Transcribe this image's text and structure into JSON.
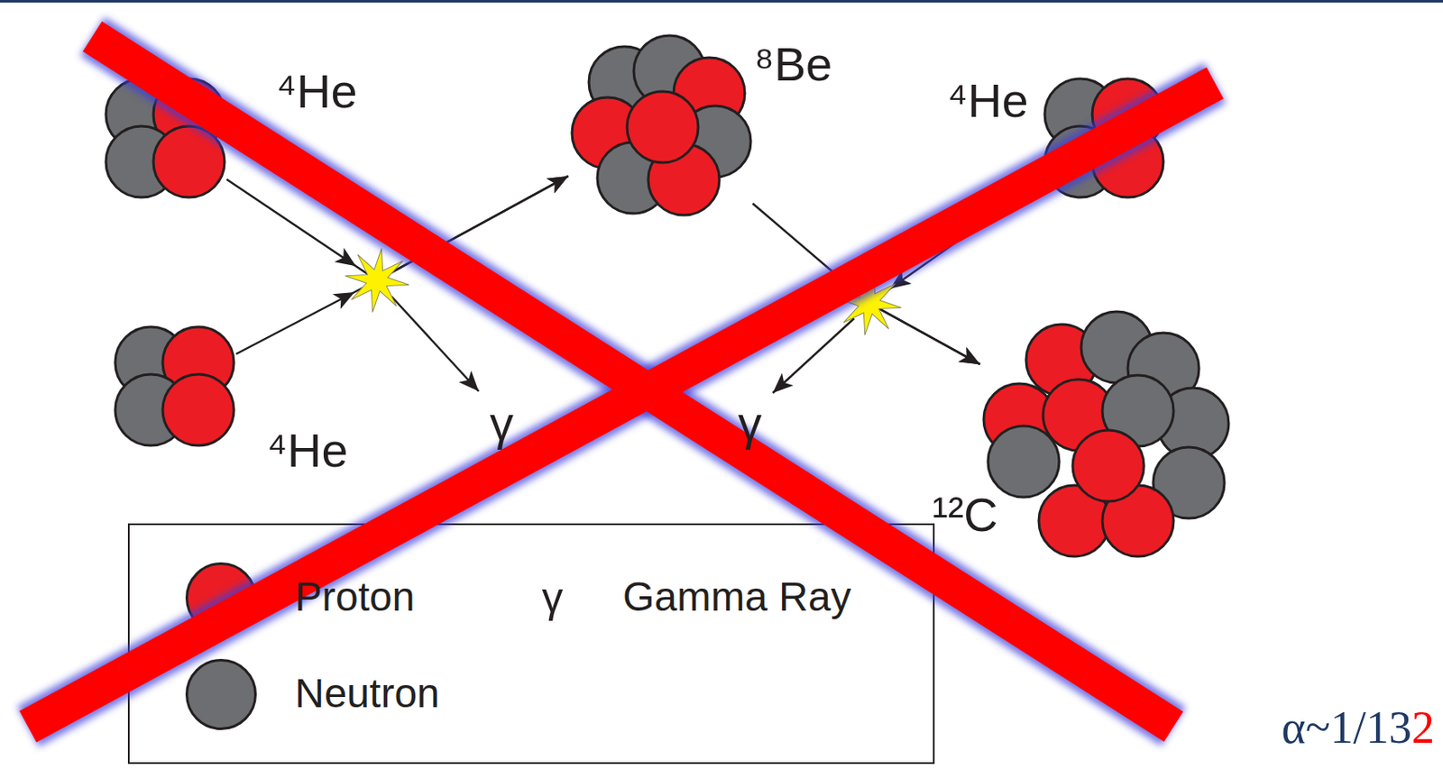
{
  "diagram": {
    "nodes": [
      {
        "text": [
          "⁴He"
        ]
      },
      {
        "text": [
          "⁴He"
        ]
      },
      {
        "text": [
          "⁸Be"
        ]
      },
      {
        "text": [
          "⁴He"
        ]
      },
      {
        "text": [
          "¹²C"
        ]
      }
    ],
    "edges": [
      {
        "from": 0,
        "to": 2,
        "arrow": "to"
      },
      {
        "from": 1,
        "to": 2,
        "arrow": "to"
      },
      {
        "from": 2,
        "to": 4,
        "arrow": "to"
      },
      {
        "from": 3,
        "to": 4,
        "arrow": "to"
      }
    ],
    "labels": [
      "γ",
      "γ",
      "γ",
      "α~1/13",
      "2"
    ],
    "legend": [
      {
        "text": "Proton",
        "color": "#ec1c24"
      },
      {
        "text": "Neutron",
        "color": "#6d6e71"
      },
      {
        "text": "Gamma Ray"
      }
    ]
  }
}
